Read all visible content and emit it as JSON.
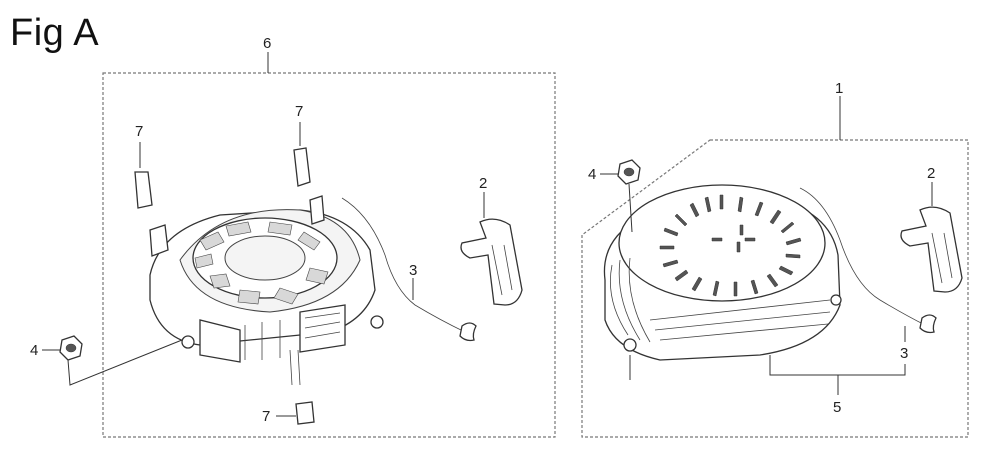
{
  "figure": {
    "title": "Fig A"
  },
  "callouts": {
    "c1": "1",
    "c2_left": "2",
    "c2_right": "2",
    "c3_left": "3",
    "c3_right": "3",
    "c4_left": "4",
    "c4_right": "4",
    "c5": "5",
    "c6": "6",
    "c7_a": "7",
    "c7_b": "7",
    "c7_c": "7"
  }
}
